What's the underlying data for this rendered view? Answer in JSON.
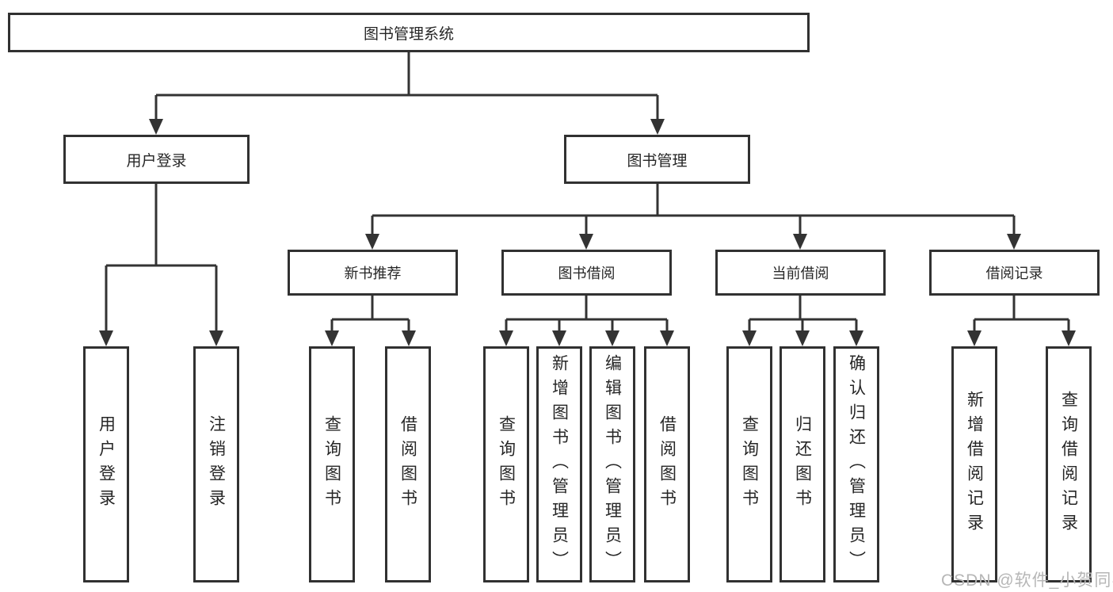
{
  "title": "图书管理系统",
  "level2": {
    "user_login": "用户登录",
    "book_mgmt": "图书管理"
  },
  "level3": {
    "new_book_rec": "新书推荐",
    "book_borrow": "图书借阅",
    "current_borrow": "当前借阅",
    "borrow_record": "借阅记录"
  },
  "leaves": {
    "user_login": [
      "用户登录",
      "注销登录"
    ],
    "new_book_rec": [
      "查询图书",
      "借阅图书"
    ],
    "book_borrow": [
      "查询图书",
      "新增图书（管理员）",
      "编辑图书（管理员）",
      "借阅图书"
    ],
    "current_borrow": [
      "查询图书",
      "归还图书",
      "确认归还（管理员）"
    ],
    "borrow_record": [
      "新增借阅记录",
      "查询借阅记录"
    ]
  },
  "watermark": "CSDN @软件_小贺同学",
  "colors": {
    "line": "#333333",
    "border": "#313131",
    "text": "#262626",
    "watermark": "#b6b6b6",
    "background": "#ffffff"
  }
}
